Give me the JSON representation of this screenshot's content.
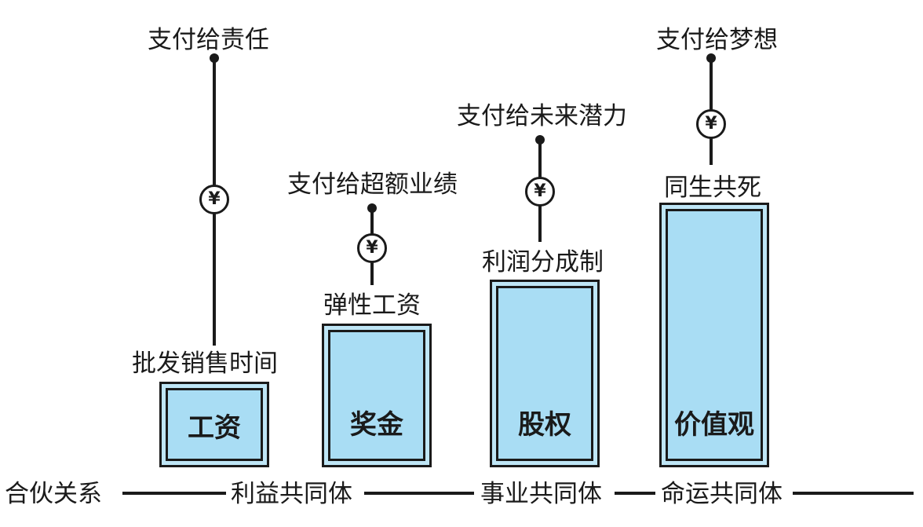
{
  "columns": [
    {
      "bar_label": "工资",
      "base_label": "批发销售时间",
      "top_label": "支付给责任",
      "yen": "¥"
    },
    {
      "bar_label": "奖金",
      "base_label": "弹性工资",
      "top_label": "支付给超额业绩",
      "yen": "¥"
    },
    {
      "bar_label": "股权",
      "base_label": "利润分成制",
      "top_label": "支付给未来潜力",
      "yen": "¥"
    },
    {
      "bar_label": "价值观",
      "base_label": "同生共死",
      "top_label": "支付给梦想",
      "yen": "¥"
    }
  ],
  "baseline": {
    "title": "合伙关系",
    "stages": [
      "利益共同体",
      "事业共同体",
      "命运共同体"
    ]
  },
  "colors": {
    "bar_fill": "#a9ddf4",
    "stroke": "#1a1a1a"
  }
}
